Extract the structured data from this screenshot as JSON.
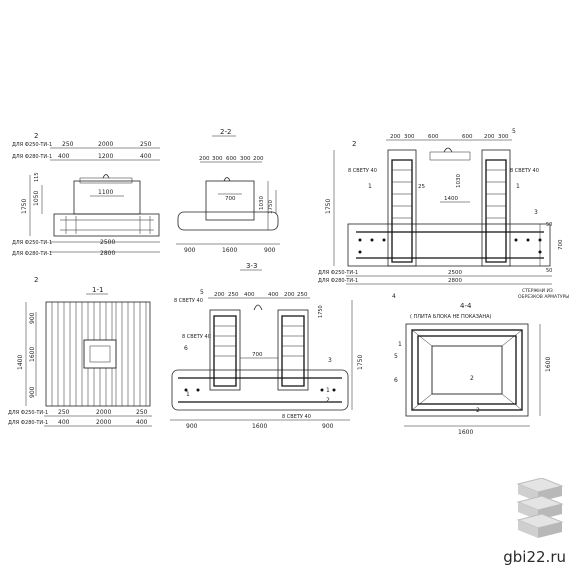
{
  "views": {
    "top_left": {
      "section_mark": "2",
      "labels": {
        "d250_top": "ДЛЯ Ф250-ТИ-1",
        "d280_top": "ДЛЯ Ф280-ТИ-1",
        "d250_bot": "ДЛЯ Ф250-ТИ-1",
        "d280_bot": "ДЛЯ Ф280-ТИ-1"
      },
      "dims": {
        "d250a": "250",
        "d2000": "2000",
        "d250b": "250",
        "d400a": "400",
        "d1200": "1200",
        "d400b": "400",
        "d1100": "1100",
        "d2500": "2500",
        "d2800": "2800",
        "h1750": "1750",
        "h1050": "1050",
        "h115": "115"
      }
    },
    "section_22": {
      "title": "2-2",
      "dims": {
        "d200a": "200",
        "d300a": "300",
        "d600": "600",
        "d300b": "300",
        "d200b": "200",
        "d700": "700",
        "d900a": "900",
        "d1600": "1600",
        "d900b": "900",
        "h1750": "1750",
        "h1030": "1030"
      }
    },
    "section_33": {
      "title": "3-3",
      "dims": {
        "d200a": "200",
        "d300a": "300",
        "d600": "600",
        "d300b": "300",
        "d200b": "200",
        "d1400": "1400",
        "d1030": "1030",
        "d25": "25",
        "h1750": "1750",
        "h700": "700",
        "h50": "50",
        "d2500": "2500",
        "d2800": "2800",
        "d5": "5"
      },
      "labels": {
        "d250": "ДЛЯ Ф250-ТИ-1",
        "d280": "ДЛЯ Ф280-ТИ-1",
        "step40": "8 СВЕТУ 40",
        "step40b": "8 СВЕТУ 40",
        "rods": "СТЕРЖНИ ИЗ",
        "rods2": "ОБРЕЗКОВ АРМАТУРЫ"
      },
      "marks": {
        "m1": "1",
        "m3": "3",
        "m4": "4",
        "m5": "5"
      }
    },
    "section_11": {
      "title": "1-1",
      "dims": {
        "h900a": "900",
        "h1400": "1400",
        "h900b": "900",
        "h1600": "1600",
        "d250a": "250",
        "d2000": "2000",
        "d250b": "250",
        "d400a": "400",
        "d2000b": "2000",
        "d400b": "400"
      },
      "labels": {
        "d250": "ДЛЯ Ф250-ТИ-1",
        "d280": "ДЛЯ Ф280-ТИ-1"
      }
    },
    "section_33b": {
      "dims": {
        "d200a": "200",
        "d250": "250",
        "d400a": "400",
        "d400b": "400",
        "d200b": "200",
        "d250b": "250",
        "d700": "700",
        "d900a": "900",
        "d1600": "1600",
        "d900b": "900",
        "h1750": "1750",
        "h1750b": "1750"
      },
      "labels": {
        "step40": "8 СВЕТУ 40",
        "step40b": "8 СВЕТУ 40",
        "step40c": "8 СВЕТУ 40"
      },
      "marks": {
        "m5": "5",
        "m6": "6",
        "m3": "3",
        "m1": "1",
        "m2": "2"
      }
    },
    "section_44": {
      "title": "4-4",
      "note": "( ПЛИТА БЛОКА НЕ ПОКАЗАНА)",
      "dims": {
        "d1600": "1600",
        "h1600": "1600"
      },
      "marks": {
        "m1": "1",
        "m5": "5",
        "m6": "6",
        "m2": "2",
        "m2b": "2"
      }
    }
  },
  "brand": {
    "site": "gbi22.ru"
  }
}
